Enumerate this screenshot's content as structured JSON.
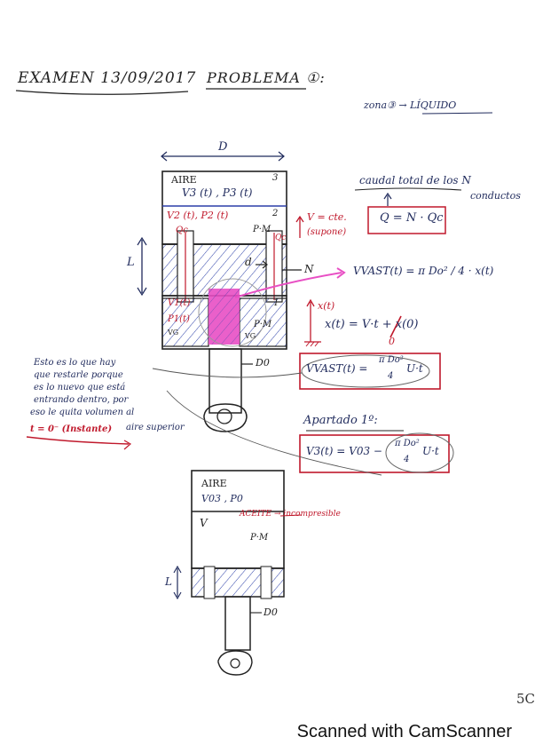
{
  "header": {
    "title": "EXAMEN 13/09/2017",
    "problem": "PROBLEMA ①:"
  },
  "zone_note": "zona③ → LÍQUIDO",
  "figure1": {
    "dimension_D": "D",
    "aire": "AIRE",
    "v3": "V3 (t) , P3 (t)",
    "circle3": "3",
    "v2": "V2 (t), P2 (t)",
    "circle2": "2",
    "qc_left": "Qc",
    "pm": "P·M",
    "qc_right": "Qc",
    "v_const": "V = cte.",
    "v_const_note": "(supone)",
    "L": "L",
    "d": "d",
    "N": "N",
    "circle1": "1",
    "v1": "V1(t)",
    "p1": "P1(t)",
    "vg_left": "VG",
    "vg_right": "VG",
    "pm_lower": "P·M",
    "x_label": "x(t)",
    "x_eq": "x(t) = V·t + x(0)",
    "zero": "0",
    "d0": "D0"
  },
  "right_notes": {
    "caudal_line1": "caudal total de los N",
    "caudal_line2": "conductos",
    "q_formula": "Q = N · Qc",
    "vvast1": "VVAST(t) = π Do² / 4 · x(t)",
    "vvast2_lhs": "VVAST(t) = ",
    "vvast2_frac_num": "π Do²",
    "vvast2_frac_den": "4",
    "vvast2_rhs": "U·t",
    "apartado": "Apartado 1º:",
    "v3_lhs": "V3(t) = V03 − ",
    "v3_frac_num": "π Do²",
    "v3_frac_den": "4",
    "v3_rhs": "U·t"
  },
  "left_note": {
    "line1": "Esto es lo que hay",
    "line2": "que restarle porque",
    "line3": "es lo nuevo que está",
    "line4": "entrando dentro, por",
    "line5": "eso le quita volumen al",
    "line6_a": "t = 0⁻ (Instante)",
    "line6_b": "aire superior"
  },
  "figure2": {
    "aire": "AIRE",
    "v03": "V03 , P0",
    "v": "V",
    "aceite": "ACEITE → incompresible",
    "pm": "P·M",
    "L": "L",
    "d0": "D0"
  },
  "page_number": "5C",
  "footer": "Scanned with CamScanner"
}
